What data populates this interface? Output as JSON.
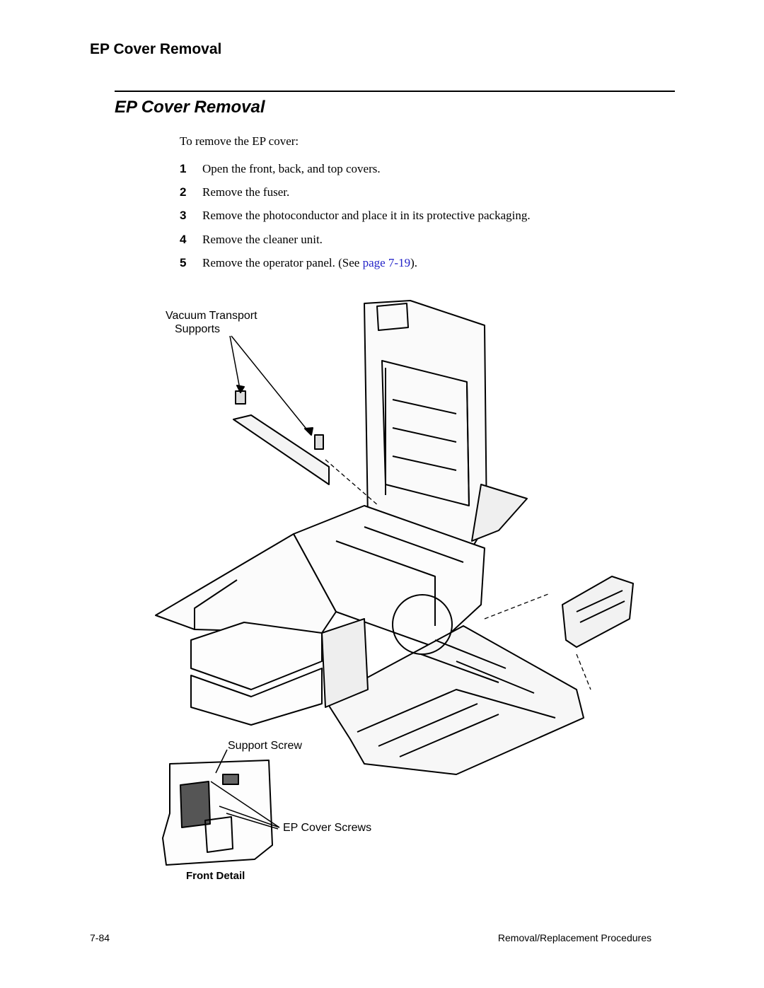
{
  "header": {
    "running_title": "EP Cover Removal"
  },
  "section": {
    "title": "EP Cover Removal",
    "intro": "To remove the EP cover:"
  },
  "steps": [
    {
      "num": "1",
      "text": "Open the front, back, and top covers."
    },
    {
      "num": "2",
      "text": "Remove the fuser."
    },
    {
      "num": "3",
      "text": "Remove the photoconductor and place it in its protective packaging."
    },
    {
      "num": "4",
      "text": "Remove the cleaner unit."
    },
    {
      "num": "5",
      "text_before": "Remove the operator panel. (See ",
      "link": "page 7-19",
      "text_after": ")."
    }
  ],
  "figure": {
    "label_vacuum_line1": "Vacuum Transport",
    "label_vacuum_line2": "Supports",
    "label_support_screw": "Support Screw",
    "label_ep_cover_screws": "EP Cover Screws",
    "label_front_detail": "Front Detail"
  },
  "footer": {
    "page_number": "7-84",
    "chapter": "Removal/Replacement Procedures"
  },
  "colors": {
    "link": "#2323c8",
    "text": "#000000"
  }
}
